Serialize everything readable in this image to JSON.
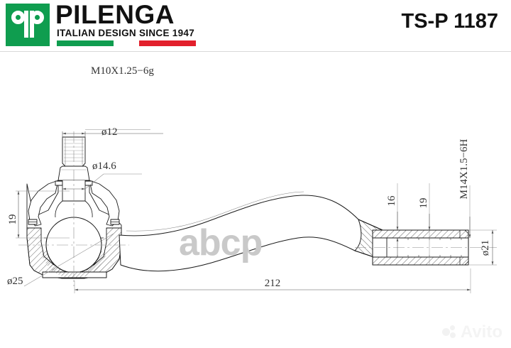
{
  "header": {
    "logo_icon": "pilenga-qp-logo-icon",
    "brand_name": "PILENGA",
    "tagline": "ITALIAN DESIGN SINCE 1947",
    "flag_green": "#0f9d4f",
    "flag_red": "#e2202c",
    "part_number": "TS-P 1187"
  },
  "drawing": {
    "title": "tie rod end technical drawing",
    "line_color": "#1a1a1a",
    "dimension_color": "#555555",
    "center_line_color": "#808080",
    "annotations": {
      "stud_thread": "M10X1.25−6g",
      "stud_diameter": "ø12",
      "cone_diameter": "ø14.6",
      "housing_height": "19",
      "housing_diameter": "ø25",
      "socket_bore": "16",
      "socket_length": "19",
      "shank_thread": "M14X1.5−6H",
      "shank_diameter": "ø21",
      "overall_length": "212"
    }
  },
  "watermarks": {
    "center": "abcp",
    "corner": "Avito"
  }
}
